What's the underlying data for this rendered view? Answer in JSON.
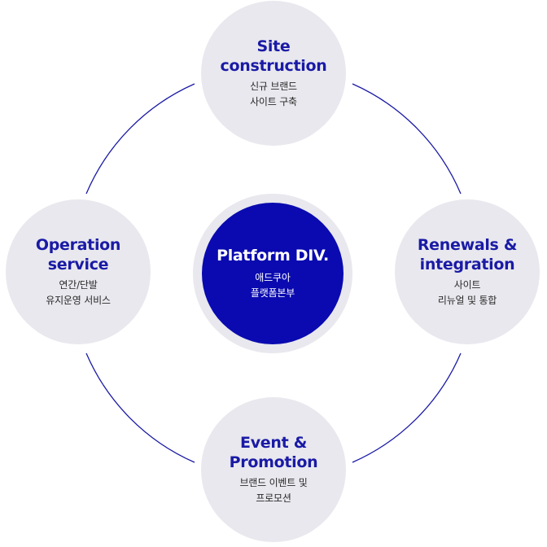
{
  "colors": {
    "accent": "#1a1aa6",
    "center_fill": "#0a0ab0",
    "node_fill": "#e8e8ee",
    "ring_line": "#1a1aa6"
  },
  "center": {
    "title": "Platform DIV.",
    "desc": "애드쿠아\n플랫폼본부"
  },
  "nodes": {
    "top": {
      "title": "Site\nconstruction",
      "desc": "신규 브랜드\n사이트 구축"
    },
    "right": {
      "title": "Renewals &\nintegration",
      "desc": "사이트\n리뉴얼 및 통합"
    },
    "bottom": {
      "title": "Event &\nPromotion",
      "desc": "브랜드 이벤트 및\n프로모션"
    },
    "left": {
      "title": "Operation\nservice",
      "desc": "연간/단발\n유지운영 서비스"
    }
  }
}
